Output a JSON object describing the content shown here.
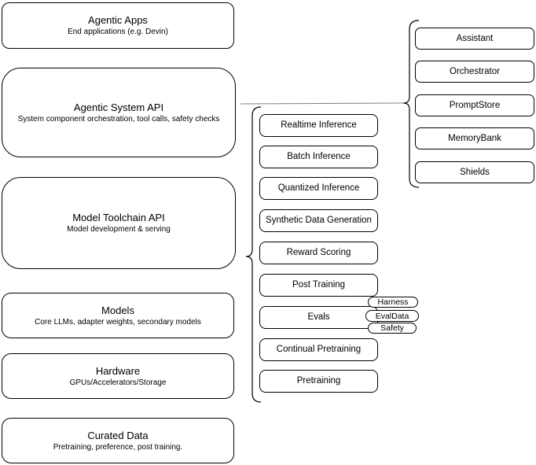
{
  "diagram": {
    "left_column": [
      {
        "title": "Agentic Apps",
        "subtitle": "End applications (e.g. Devin)"
      },
      {
        "title": "Agentic System API",
        "subtitle": "System component orchestration, tool calls, safety checks"
      },
      {
        "title": "Model Toolchain API",
        "subtitle": "Model development & serving"
      },
      {
        "title": "Models",
        "subtitle": "Core LLMs, adapter weights, secondary models"
      },
      {
        "title": "Hardware",
        "subtitle": "GPUs/Accelerators/Storage"
      },
      {
        "title": "Curated Data",
        "subtitle": "Pretraining, preference, post training."
      }
    ],
    "middle_column": [
      {
        "label": "Realtime Inference"
      },
      {
        "label": "Batch Inference"
      },
      {
        "label": "Quantized Inference"
      },
      {
        "label": "Synthetic Data Generation"
      },
      {
        "label": "Reward Scoring"
      },
      {
        "label": "Post Training"
      },
      {
        "label": "Evals"
      },
      {
        "label": "Continual Pretraining"
      },
      {
        "label": "Pretraining"
      }
    ],
    "eval_tags": [
      {
        "label": "Harness"
      },
      {
        "label": "EvalData"
      },
      {
        "label": "Safety"
      }
    ],
    "right_column": [
      {
        "label": "Assistant"
      },
      {
        "label": "Orchestrator"
      },
      {
        "label": "PromptStore"
      },
      {
        "label": "MemoryBank"
      },
      {
        "label": "Shields"
      }
    ],
    "colors": {
      "stroke": "#000000",
      "connector": "#7f7f7f",
      "background": "#ffffff"
    }
  }
}
